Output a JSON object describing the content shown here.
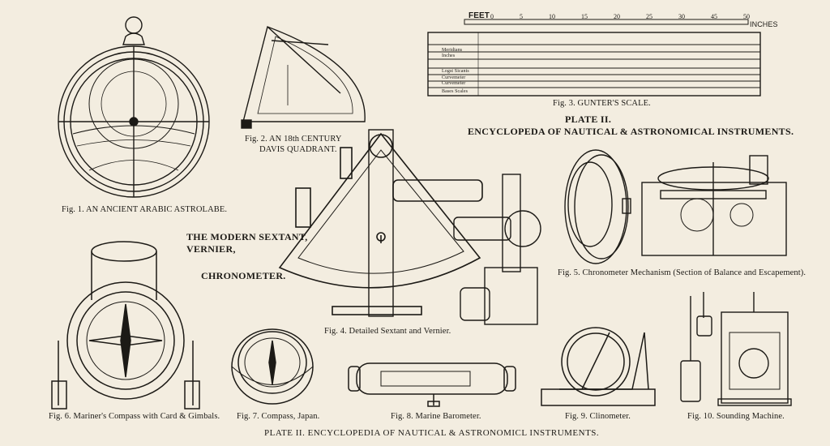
{
  "plate": {
    "title": "PLATE II.",
    "subtitle": "ENCYCLOPEDA OF NAUTICAL & ASTRONOMICAL INSTRUMENTS.",
    "footer": "PLATE II.  ENCYCLOPEDIA OF NAUTICAL & ASTRONOMICL INSTRUMENTS.",
    "section_heading_1": "THE MODERN SEXTANT,",
    "section_heading_2": "VERNIER,",
    "section_heading_3": "CHRONOMETER."
  },
  "figures": {
    "fig1": "Fig. 1. AN ANCIENT ARABIC ASTROLABE.",
    "fig2a": "Fig. 2. AN 18th CENTURY",
    "fig2b": "DAVIS QUADRANT.",
    "fig3": "Fig. 3. GUNTER'S SCALE.",
    "fig4": "Fig. 4. Detailed Sextant and Vernier.",
    "fig5": "Fig. 5. Chronometer Mechanism (Section of Balance and Escapement).",
    "fig6": "Fig. 6. Mariner's Compass with Card & Gimbals.",
    "fig7": "Fig. 7. Compass, Japan.",
    "fig8": "Fig. 8. Marine Barometer.",
    "fig9": "Fig. 9. Clinometer.",
    "fig10": "Fig. 10. Sounding Machine."
  },
  "gunter_scale": {
    "left_label": "FEET",
    "right_label": "INCHES",
    "top_ticks": [
      "0",
      "5",
      "10",
      "15",
      "20",
      "25",
      "30",
      "45",
      "50"
    ],
    "row_labels": [
      "Meridians",
      "Inches",
      "Logst Sicants",
      "Curvemeter",
      "Curvemeter",
      "Bases Scales"
    ]
  }
}
